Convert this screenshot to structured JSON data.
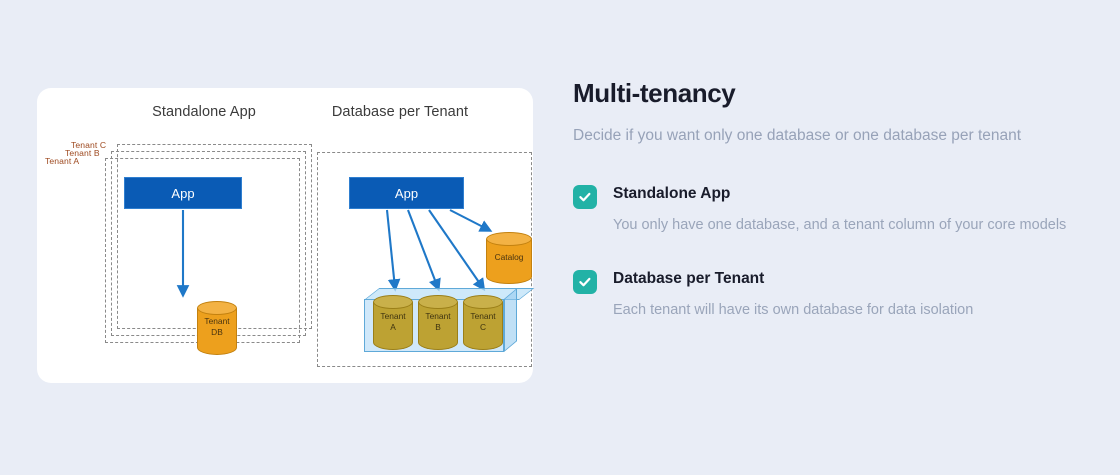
{
  "panel": {
    "title": "Multi-tenancy",
    "subtitle": "Decide if you want only one database or one database per tenant",
    "features": [
      {
        "icon": "check-icon",
        "title": "Standalone App",
        "description": "You only have one database, and a tenant column of your core models"
      },
      {
        "icon": "check-icon",
        "title": "Database per Tenant",
        "description": "Each tenant will have its own database for data isolation"
      }
    ]
  },
  "diagram": {
    "standalone": {
      "title": "Standalone App",
      "app_label": "App",
      "db_label_line1": "Tenant",
      "db_label_line2": "DB",
      "tenant_frames": [
        {
          "label": "Tenant C"
        },
        {
          "label": "Tenant B"
        },
        {
          "label": "Tenant A"
        }
      ]
    },
    "database_per_tenant": {
      "title": "Database per Tenant",
      "app_label": "App",
      "catalog_label": "Catalog",
      "tenant_dbs": [
        {
          "line1": "Tenant",
          "line2": "A"
        },
        {
          "line1": "Tenant",
          "line2": "B"
        },
        {
          "line1": "Tenant",
          "line2": "C"
        }
      ]
    }
  },
  "colors": {
    "page_background": "#e9edf6",
    "card_background": "#ffffff",
    "accent_check": "#22b2a6",
    "app_box_blue": "#0a5bb5",
    "cylinder_orange": "#eda01d",
    "tenant_label_brown": "#9e4a20",
    "arrow_blue": "#1f78c8",
    "title_dark": "#191c2b",
    "muted_text": "#97a2b8"
  }
}
